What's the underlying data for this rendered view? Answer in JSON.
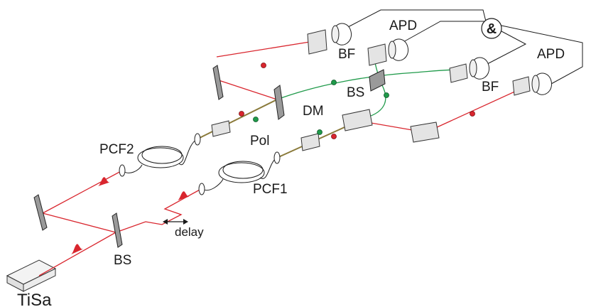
{
  "labels": {
    "tisa": "TiSa",
    "bs_source": "BS",
    "delay": "delay",
    "pcf1": "PCF1",
    "pcf2": "PCF2",
    "pol": "Pol",
    "dm": "DM",
    "bs_detect": "BS",
    "bf_left": "BF",
    "bf_right": "BF",
    "apd_left": "APD",
    "apd_right": "APD",
    "coincidence": "&"
  },
  "colors": {
    "pump_beam": "#d9262e",
    "signal_beam": "#1f9a4a",
    "wires": "#1a1a1a"
  }
}
